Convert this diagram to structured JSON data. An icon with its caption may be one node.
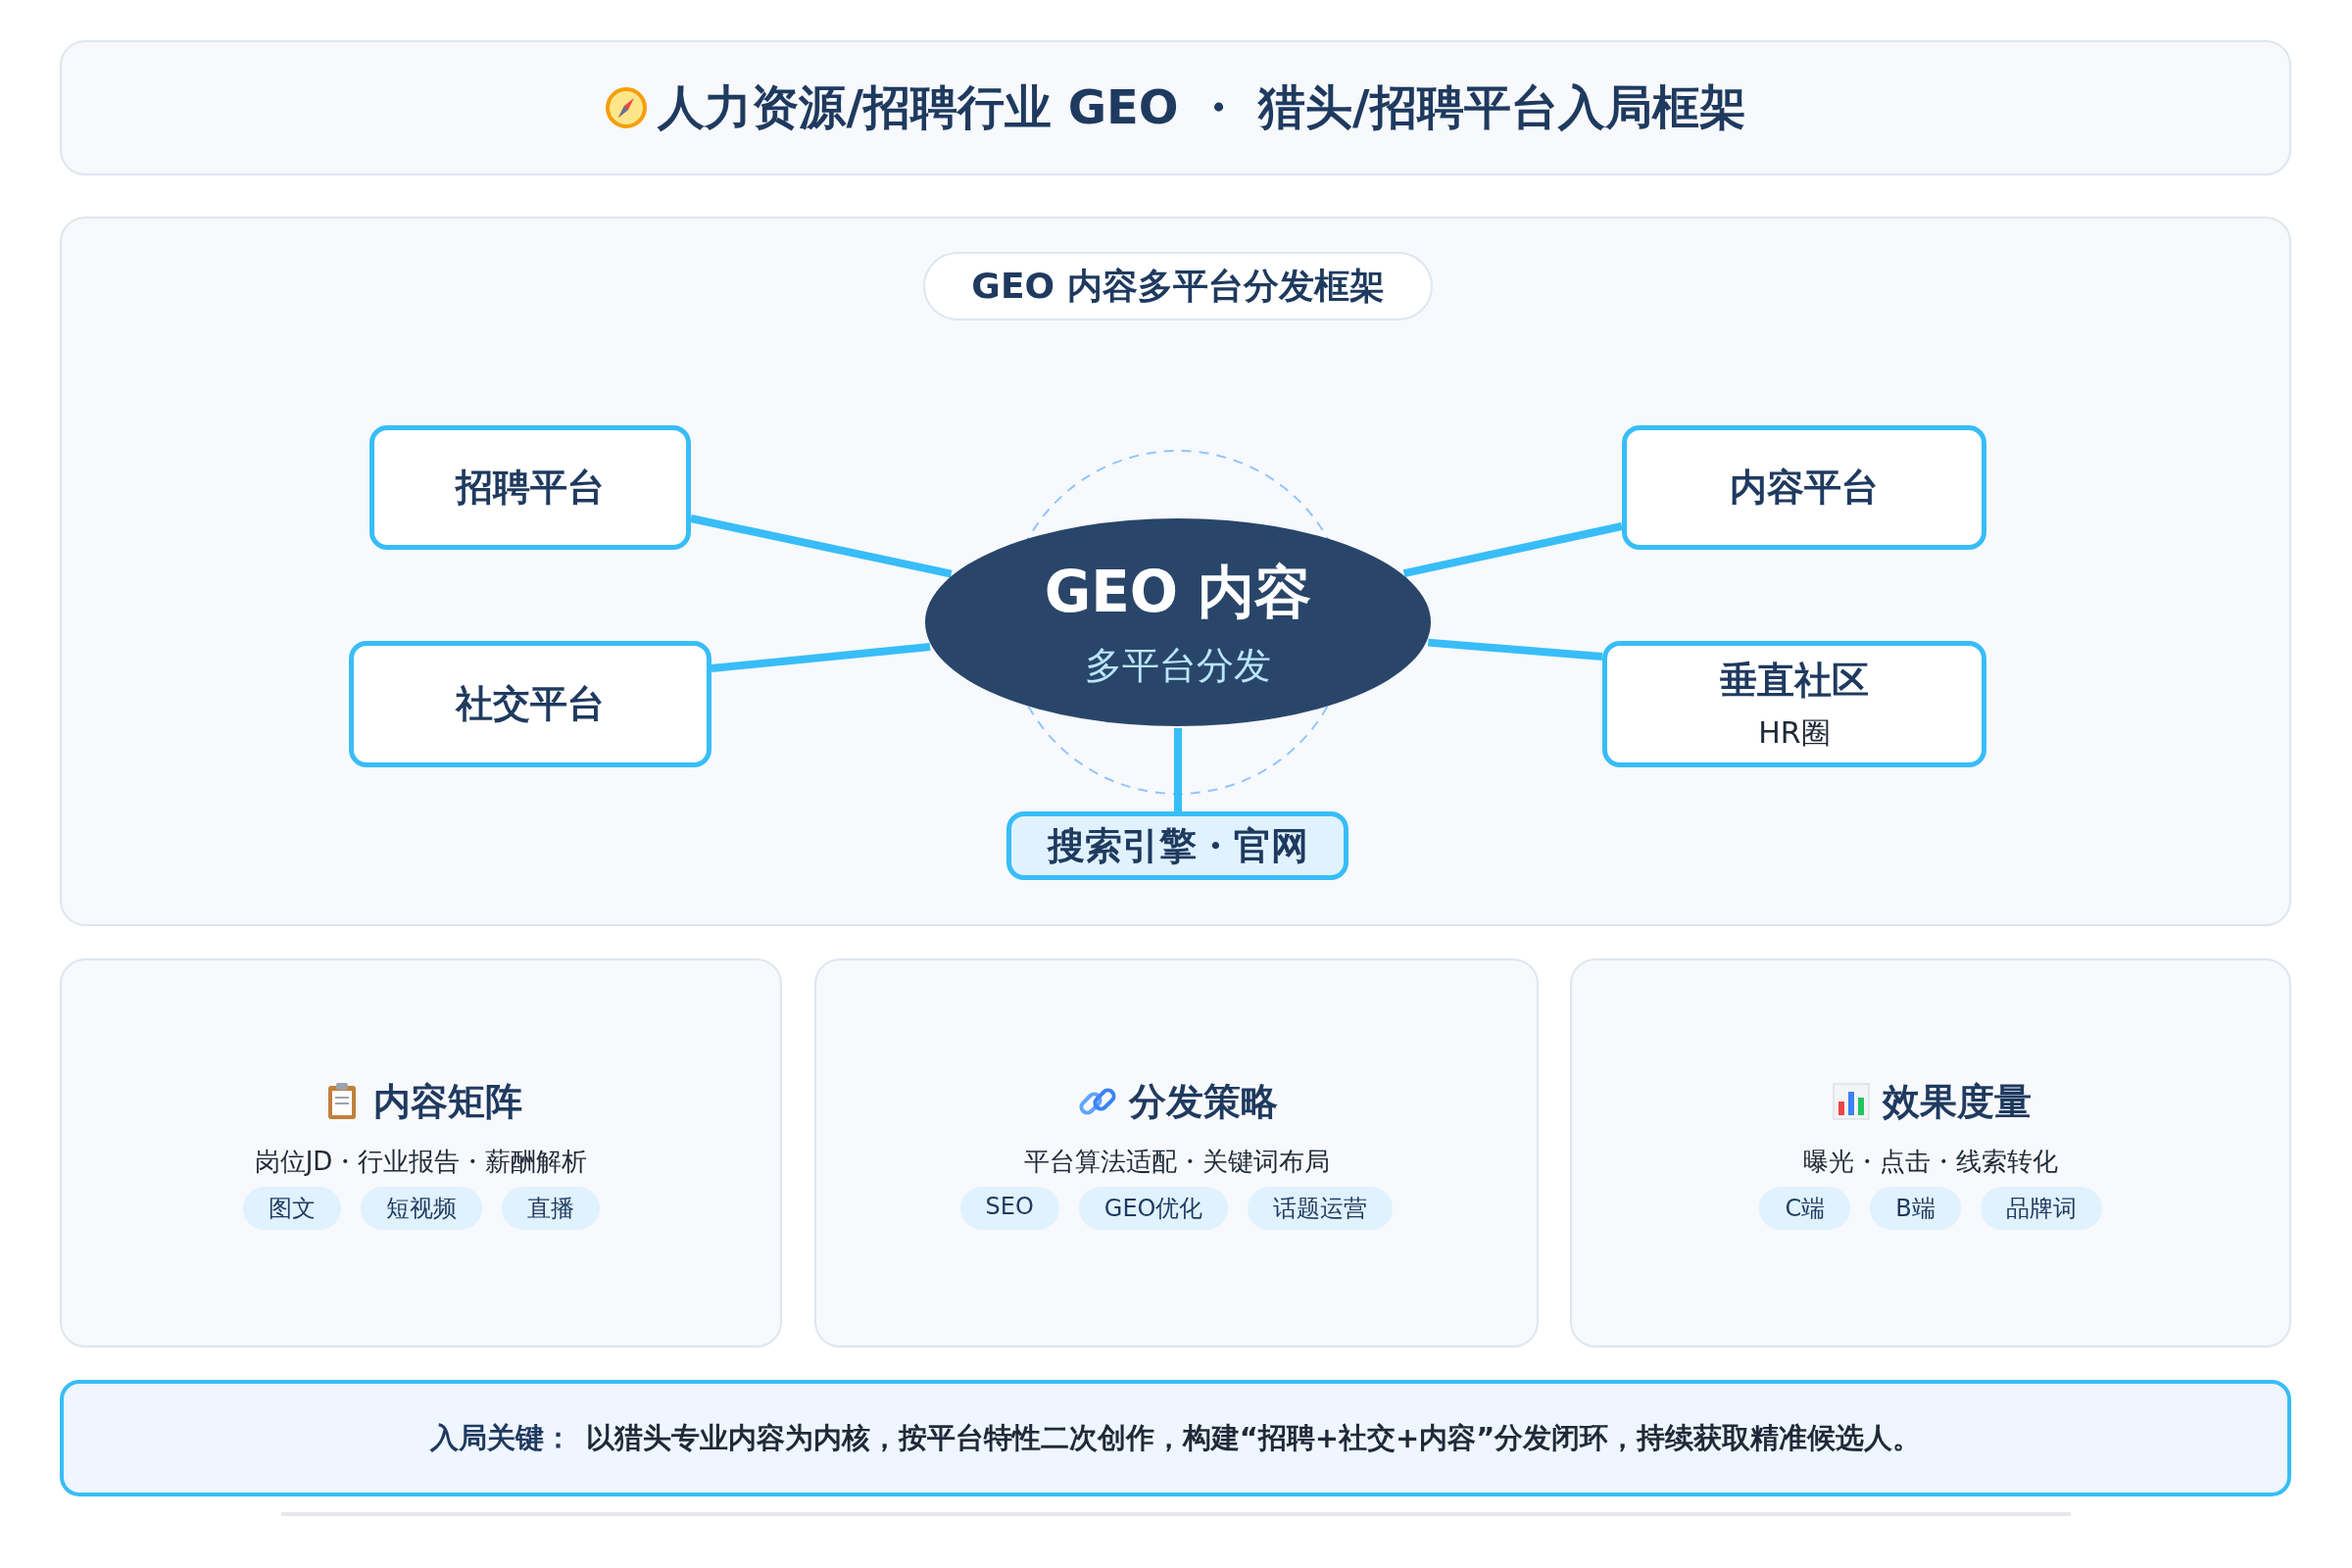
{
  "diagram": {
    "title": "人力资源/招聘行业 GEO ・ 猎头/招聘平台入局框架",
    "nodes": [
      {
        "text": [
          "GEO 内容多平台分发框架"
        ]
      },
      {
        "text": [
          "GEO 内容",
          "多平台分发"
        ],
        "in": 0
      },
      {
        "text": [
          "招聘平台"
        ],
        "in": 0
      },
      {
        "text": [
          "内容平台"
        ],
        "in": 0
      },
      {
        "text": [
          "社交平台"
        ],
        "in": 0
      },
      {
        "text": [
          "垂直社区",
          "HR圈"
        ],
        "in": 0
      },
      {
        "text": [
          "搜索引擎・官网"
        ],
        "in": 0
      },
      {
        "text": [
          "内容矩阵",
          "岗位JD・行业报告・薪酬解析"
        ]
      },
      {
        "text": [
          "图文"
        ],
        "in": 7
      },
      {
        "text": [
          "短视频"
        ],
        "in": 7
      },
      {
        "text": [
          "直播"
        ],
        "in": 7
      },
      {
        "text": [
          "分发策略",
          "平台算法适配・关键词布局"
        ]
      },
      {
        "text": [
          "SEO"
        ],
        "in": 11
      },
      {
        "text": [
          "GEO优化"
        ],
        "in": 11
      },
      {
        "text": [
          "话题运营"
        ],
        "in": 11
      },
      {
        "text": [
          "效果度量",
          "曝光・点击・线索转化"
        ]
      },
      {
        "text": [
          "C端"
        ],
        "in": 15
      },
      {
        "text": [
          "B端"
        ],
        "in": 15
      },
      {
        "text": [
          "品牌词"
        ],
        "in": 15
      },
      {
        "text": [
          "入局关键：",
          "以猎头专业内容为内核，按平台特性二次创作，构建“招聘+社交+内容”分发闭环，持续获取精准候选人。"
        ]
      }
    ],
    "edges": [
      {
        "from": 1,
        "to": 2,
        "arrow": "none"
      },
      {
        "from": 1,
        "to": 3,
        "arrow": "none"
      },
      {
        "from": 1,
        "to": 4,
        "arrow": "none"
      },
      {
        "from": 1,
        "to": 5,
        "arrow": "none"
      },
      {
        "from": 1,
        "to": 6,
        "arrow": "none"
      }
    ]
  }
}
